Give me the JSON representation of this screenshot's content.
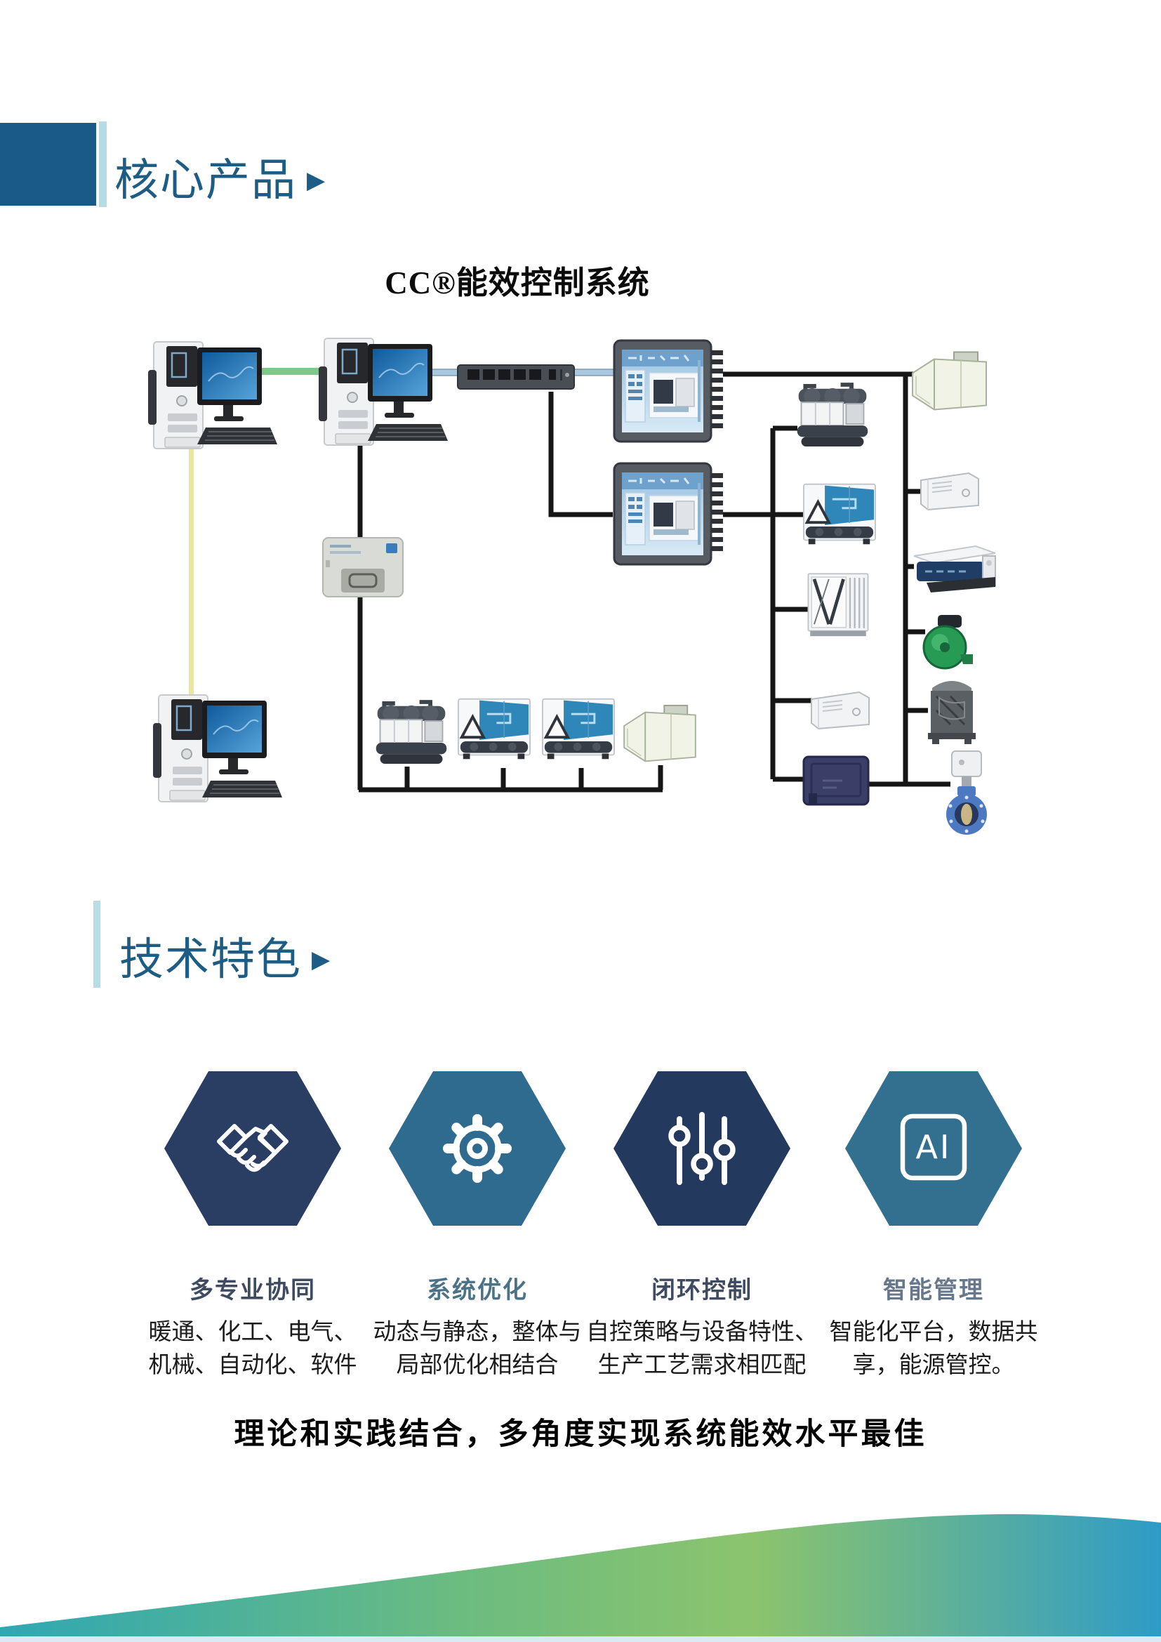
{
  "sections": {
    "core_products": {
      "title": "核心产品",
      "arrow": "▶"
    },
    "tech_features": {
      "title": "技术特色",
      "arrow": "▶"
    }
  },
  "product": {
    "title": "CC®能效控制系统"
  },
  "diagram": {
    "devices": [
      "operator-workstation-1",
      "operator-workstation-2",
      "operator-workstation-3",
      "ethernet-switch",
      "hmi-touch-panel-1",
      "hmi-touch-panel-2",
      "communication-gateway",
      "water-cooled-chiller-1",
      "water-cooled-chiller-2",
      "air-cooled-chiller-1",
      "air-cooled-chiller-2",
      "air-cooled-chiller-3",
      "heat-pump-unit",
      "rooftop-air-handling-unit-1",
      "rooftop-air-handling-unit-2",
      "air-handling-unit-box",
      "fan-coil-unit",
      "water-pump",
      "cooling-tower",
      "butterfly-valve",
      "control-cabinet"
    ]
  },
  "features": {
    "items": [
      {
        "icon": "handshake-icon",
        "hex_color": "#2a3d63",
        "title_color": "#3e4b61",
        "title": "多专业协同",
        "desc": "暖通、化工、电气、\n机械、自动化、软件"
      },
      {
        "icon": "gear-icon",
        "hex_color": "#2f6b8f",
        "title_color": "#4c7288",
        "title": "系统优化",
        "desc": "动态与静态，整体与\n局部优化相结合"
      },
      {
        "icon": "sliders-icon",
        "hex_color": "#24395e",
        "title_color": "#3e4b61",
        "title": "闭环控制",
        "desc": "自控策略与设备特性、\n生产工艺需求相匹配"
      },
      {
        "icon": "ai-icon",
        "icon_text": "AI",
        "hex_color": "#33708f",
        "title_color": "#68788c",
        "title": "智能管理",
        "desc": "智能化平台，数据共\n享，能源管控。"
      }
    ]
  },
  "slogan": {
    "text": "理论和实践结合，多角度实现系统能效水平最佳"
  },
  "colors": {
    "header_text": "#1d5c84",
    "header_block": "#1a5a88",
    "header_bar_light": "#b5dce6",
    "line_black": "#161616",
    "cable_green": "#7cc98a",
    "cable_yellow": "#e8e79a",
    "cable_blue": "#a9c9e0",
    "wave_teal": "#2fa7b3",
    "wave_green_mid": "#6cbc80",
    "wave_green": "#8cc46d",
    "wave_blue": "#2e9bc7"
  }
}
